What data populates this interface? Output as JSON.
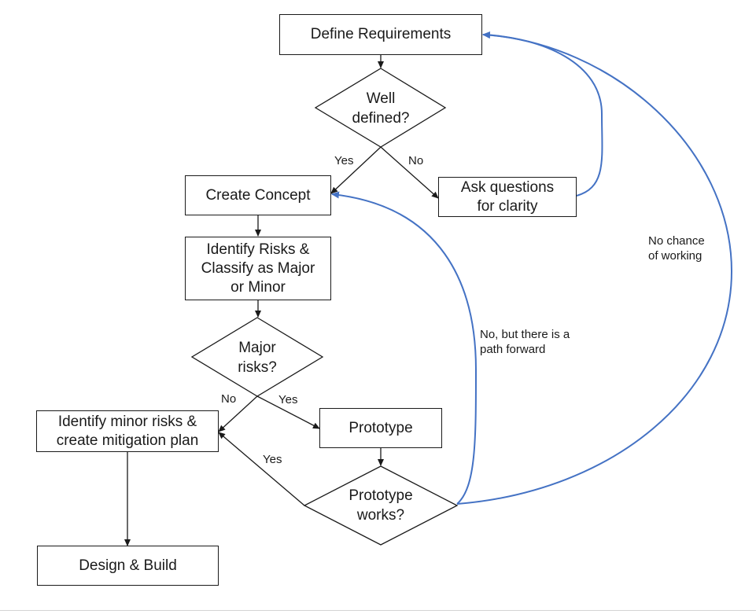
{
  "colors": {
    "line": "#1a1a1a",
    "loop": "#4472c4"
  },
  "nodes": {
    "define_requirements": "Define Requirements",
    "well_defined": "Well\ndefined?",
    "ask_questions": "Ask questions\nfor clarity",
    "create_concept": "Create Concept",
    "identify_risks": "Identify Risks &\nClassify as Major\nor Minor",
    "major_risks": "Major\nrisks?",
    "identify_minor": "Identify minor risks &\ncreate mitigation plan",
    "prototype": "Prototype",
    "prototype_works": "Prototype\nworks?",
    "design_build": "Design & Build"
  },
  "edge_labels": {
    "well_defined_yes": "Yes",
    "well_defined_no": "No",
    "major_no": "No",
    "major_yes": "Yes",
    "works_yes": "Yes",
    "path_forward": "No, but there is a\npath forward",
    "no_chance": "No chance\nof working"
  }
}
